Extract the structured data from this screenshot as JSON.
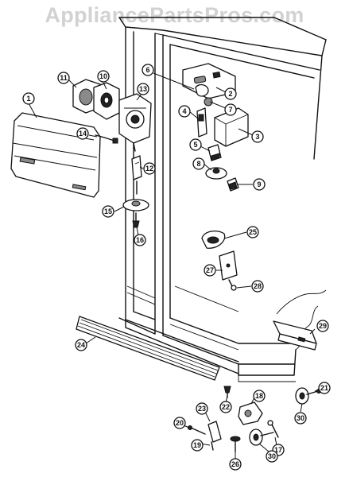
{
  "watermark": "AppliancePartsPros.com",
  "callouts": [
    {
      "num": "1"
    },
    {
      "num": "2"
    },
    {
      "num": "3"
    },
    {
      "num": "4"
    },
    {
      "num": "5"
    },
    {
      "num": "6"
    },
    {
      "num": "7"
    },
    {
      "num": "8"
    },
    {
      "num": "9"
    },
    {
      "num": "10"
    },
    {
      "num": "11"
    },
    {
      "num": "12"
    },
    {
      "num": "13"
    },
    {
      "num": "14"
    },
    {
      "num": "15"
    },
    {
      "num": "16"
    },
    {
      "num": "17"
    },
    {
      "num": "18"
    },
    {
      "num": "19"
    },
    {
      "num": "20"
    },
    {
      "num": "21"
    },
    {
      "num": "22"
    },
    {
      "num": "23"
    },
    {
      "num": "24"
    },
    {
      "num": "25"
    },
    {
      "num": "26"
    },
    {
      "num": "27"
    },
    {
      "num": "28"
    },
    {
      "num": "29"
    },
    {
      "num": "30"
    },
    {
      "num": "30"
    }
  ]
}
